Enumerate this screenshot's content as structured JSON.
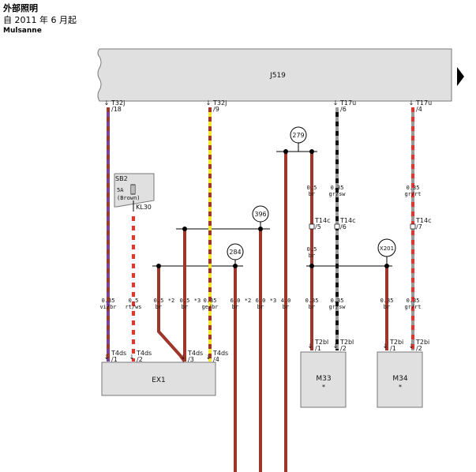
{
  "header": {
    "title": "外部照明",
    "date": "自 2011 年 6 月起",
    "model": "Mulsanne"
  },
  "components": {
    "j519": "J519",
    "ex1": "EX1",
    "m33": "M33",
    "m34": "M34",
    "m33_note": "*",
    "m34_note": "*",
    "sb2": "SB2",
    "sb2_rating": "5A",
    "sb2_color": "(Brown)",
    "kl30": "KL30"
  },
  "connectors": {
    "t32j_a": "T32j",
    "t32j_a_pin": "/18",
    "t32j_b": "T32j",
    "t32j_b_pin": "/9",
    "t17u_a": "T17u",
    "t17u_a_pin": "/6",
    "t17u_b": "T17u",
    "t17u_b_pin": "/4",
    "t14c_5": "T14c",
    "t14c_5_pin": "/5",
    "t14c_6": "T14c",
    "t14c_6_pin": "/6",
    "t14c_7": "T14c",
    "t14c_7_pin": "/7",
    "t4ds_1": "T4ds",
    "t4ds_1_pin": "/1",
    "t4ds_2": "T4ds",
    "t4ds_2_pin": "/2",
    "t4ds_3": "T4ds",
    "t4ds_3_pin": "/3",
    "t4ds_4": "T4ds",
    "t4ds_4_pin": "/4",
    "t2bl_1": "T2bl",
    "t2bl_1_pin": "/1",
    "t2bl_2": "T2bl",
    "t2bl_2_pin": "/2",
    "t2bi_1": "T2bi",
    "t2bi_1_pin": "/1",
    "t2bi_2": "T2bi",
    "t2bi_2_pin": "/2"
  },
  "ground_points": {
    "g279": "279",
    "g396": "396",
    "g284": "284",
    "x201": "X201"
  },
  "wires_upper": [
    {
      "size": "0.5",
      "color": "br"
    },
    {
      "size": "0.35",
      "color": "gr/sw"
    },
    {
      "size": "0.35",
      "color": "gr/rt"
    },
    {
      "size": "0.5",
      "color": "br"
    }
  ],
  "wires_lower": [
    {
      "size": "0.35",
      "color": "vi/br",
      "note": ""
    },
    {
      "size": "0.5",
      "color": "rt/ws",
      "note": ""
    },
    {
      "size": "0.5",
      "color": "br",
      "note": "*2"
    },
    {
      "size": "0.5",
      "color": "br",
      "note": "*3"
    },
    {
      "size": "0.35",
      "color": "ge/br",
      "note": ""
    },
    {
      "size": "6.0",
      "color": "br",
      "note": "*2"
    },
    {
      "size": "6.0",
      "color": "br",
      "note": "*3"
    },
    {
      "size": "4.0",
      "color": "br",
      "note": ""
    },
    {
      "size": "0.35",
      "color": "br",
      "note": ""
    },
    {
      "size": "0.35",
      "color": "gr/sw",
      "note": ""
    },
    {
      "size": "0.35",
      "color": "br",
      "note": ""
    },
    {
      "size": "0.35",
      "color": "gr/rt",
      "note": ""
    }
  ],
  "colors": {
    "violet": "#7b3fa0",
    "brown": "#a0352a",
    "red": "#e8322b",
    "yellow": "#f2e82a",
    "gray": "#9a9a9a",
    "black": "#111111",
    "white": "#ffffff",
    "box_fill": "#e0e0e0"
  }
}
